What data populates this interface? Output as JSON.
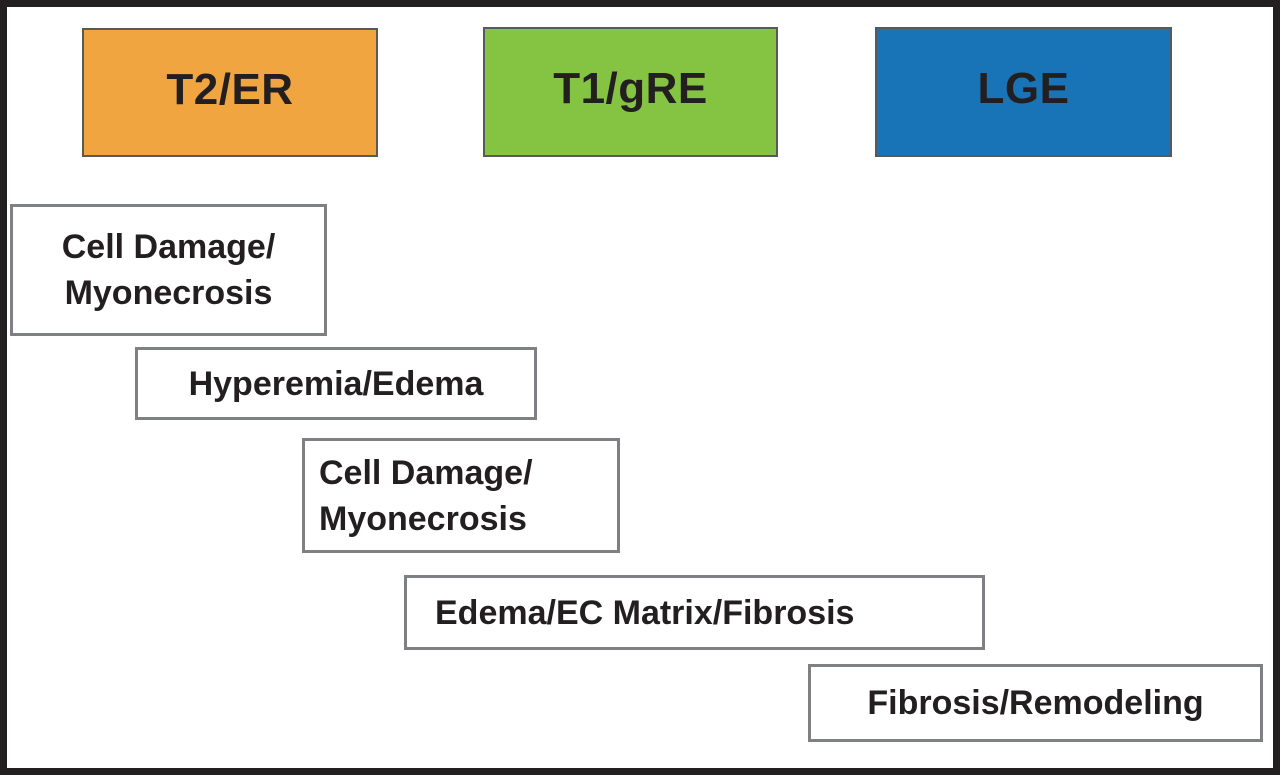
{
  "figure": {
    "background_color": "#ffffff",
    "frame_color": "#231f20",
    "text_color": "#231f20",
    "header_boxes": [
      {
        "label": "T2/ER",
        "color": "#f0a541"
      },
      {
        "label": "T1/gRE",
        "color": "#85c342"
      },
      {
        "label": "LGE",
        "color": "#1873b7"
      }
    ],
    "cascade_boxes": [
      {
        "lines": [
          "Cell Damage/",
          "Myonecrosis"
        ]
      },
      {
        "lines": [
          "Hyperemia/Edema"
        ]
      },
      {
        "lines": [
          "Cell Damage/",
          "Myonecrosis"
        ]
      },
      {
        "lines": [
          "Edema/EC Matrix/Fibrosis"
        ]
      },
      {
        "lines": [
          "Fibrosis/Remodeling"
        ]
      }
    ]
  }
}
